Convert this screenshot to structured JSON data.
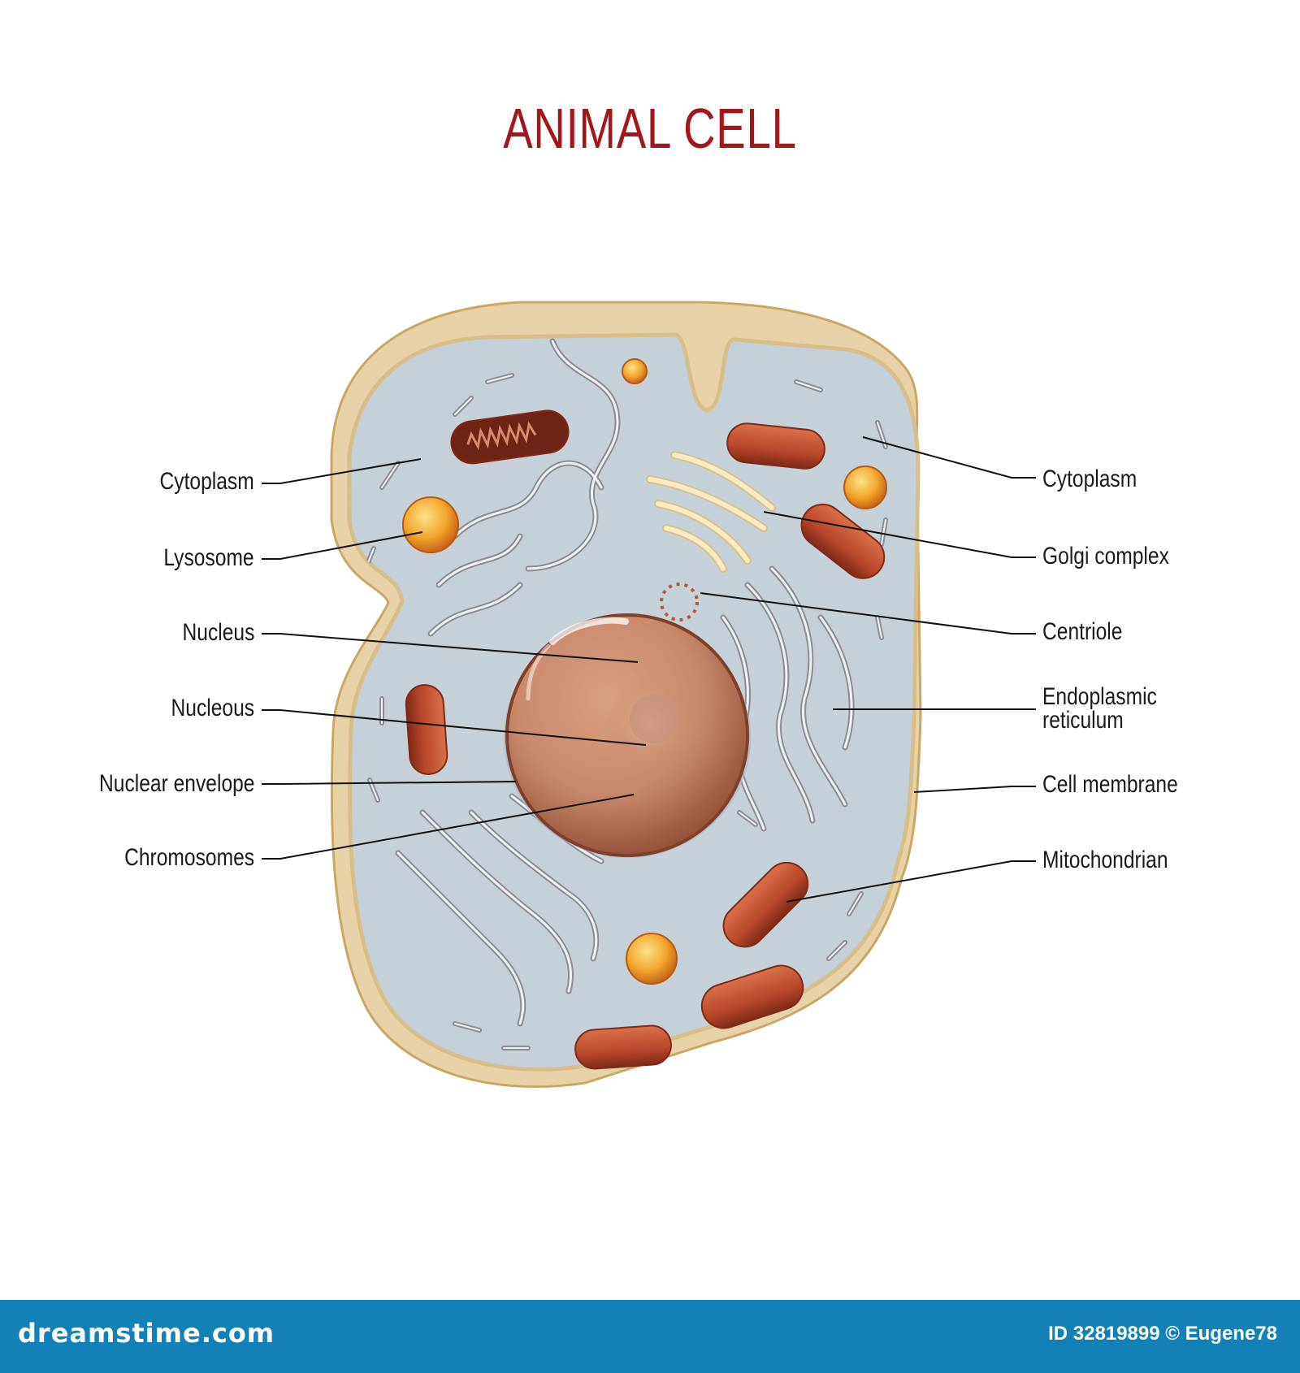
{
  "title": "ANIMAL CELL",
  "colors": {
    "title": "#a3161b",
    "membrane": "#e8d3a8",
    "membrane_edge": "#c9a865",
    "cytoplasm": "#c6d2da",
    "nucleus": "#c98a6b",
    "mitochondria": "#b8472a",
    "lysosome": "#f3a52b",
    "golgi": "#f4e4b2",
    "footer": "#1380b7"
  },
  "left_labels": [
    {
      "id": "cytoplasm-left",
      "text": "Cytoplasm"
    },
    {
      "id": "lysosome",
      "text": "Lysosome"
    },
    {
      "id": "nucleus",
      "text": "Nucleus"
    },
    {
      "id": "nucleous",
      "text": "Nucleous"
    },
    {
      "id": "nuclear-envelope",
      "text": "Nuclear envelope"
    },
    {
      "id": "chromosomes",
      "text": "Chromosomes"
    }
  ],
  "right_labels": [
    {
      "id": "cytoplasm-right",
      "text": "Cytoplasm"
    },
    {
      "id": "golgi-complex",
      "text": "Golgi complex"
    },
    {
      "id": "centriole",
      "text": "Centriole"
    },
    {
      "id": "endoplasmic-reticulum",
      "text": "Endoplasmic\nreticulum"
    },
    {
      "id": "cell-membrane",
      "text": "Cell membrane"
    },
    {
      "id": "mitochondrian",
      "text": "Mitochondrian"
    }
  ],
  "footer": {
    "brand": "dreamstime.com",
    "credit": "ID 32819899 © Eugene78"
  }
}
